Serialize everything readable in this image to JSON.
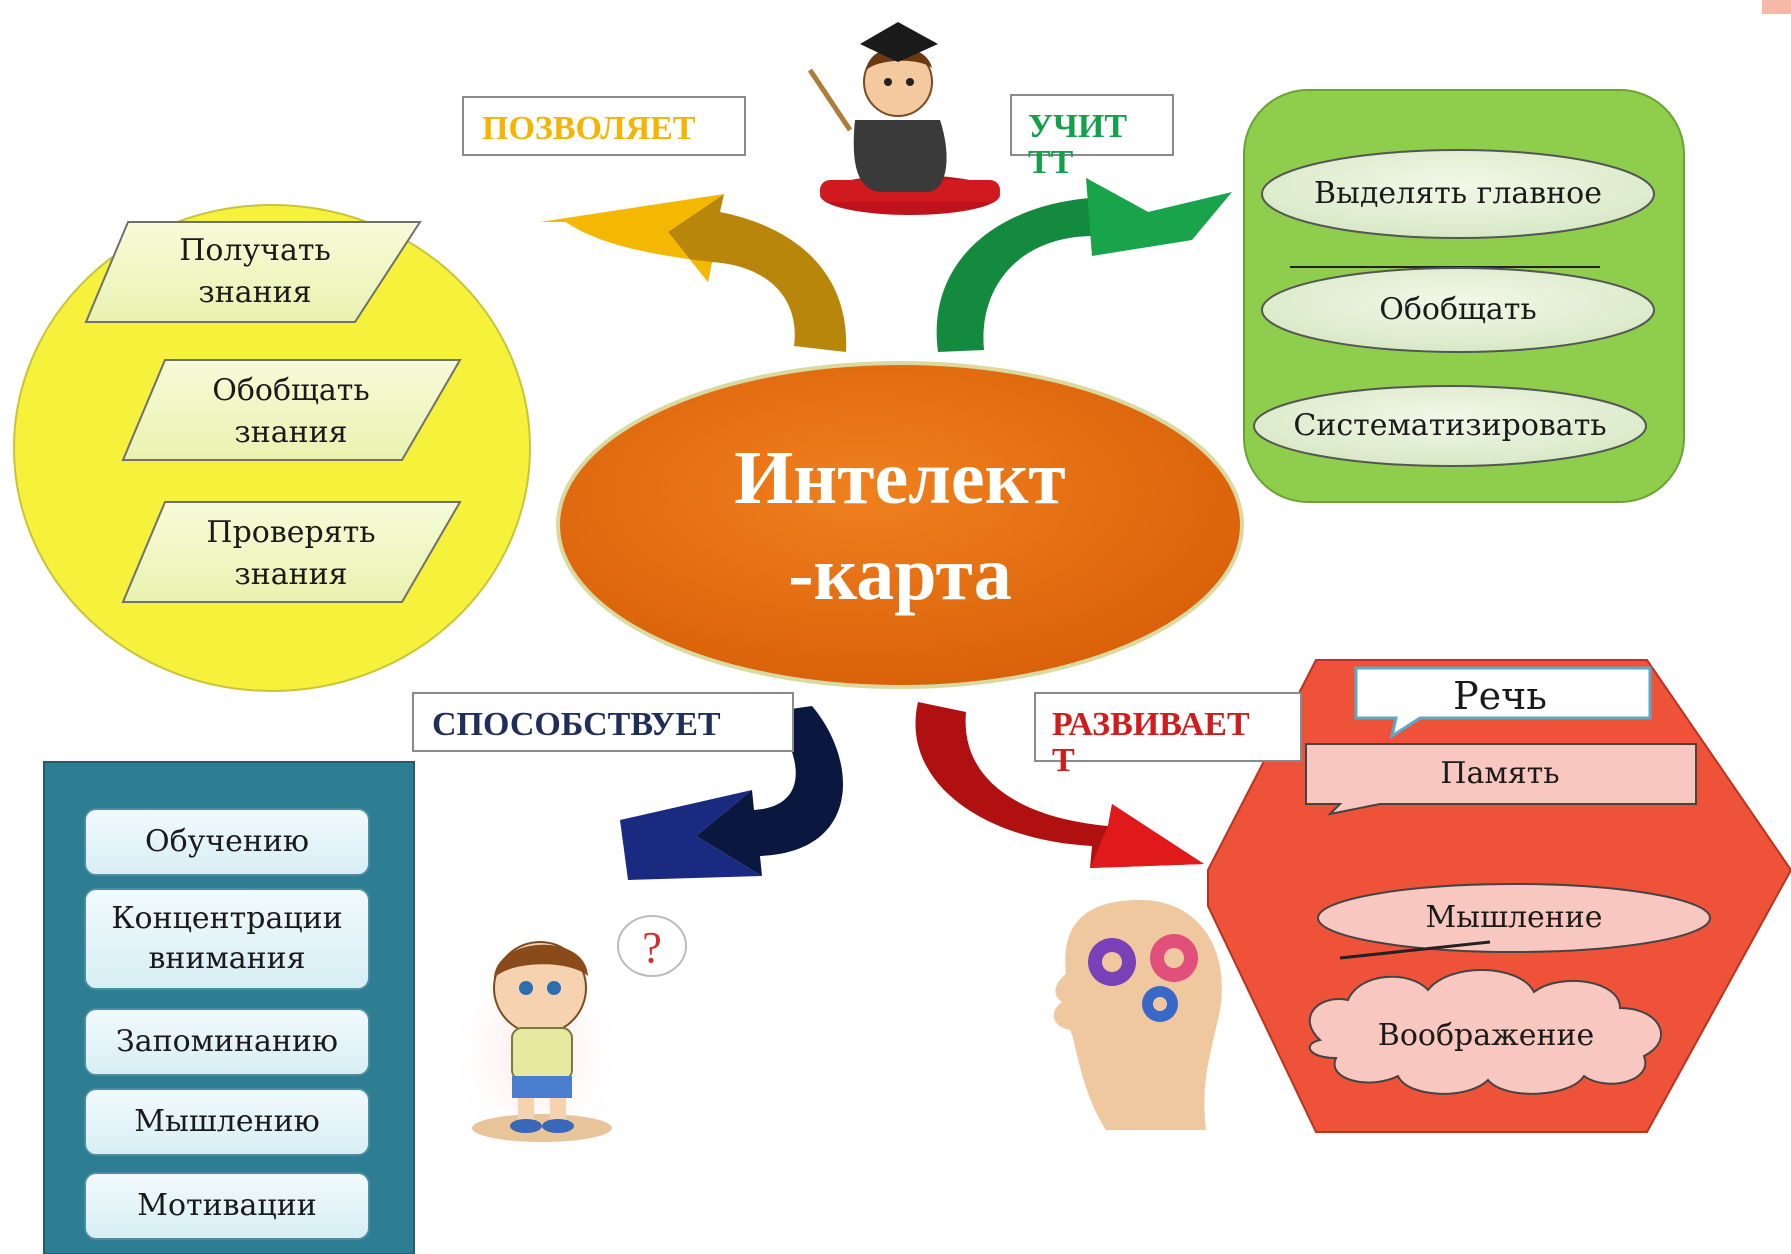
{
  "center": {
    "line1": "Интелект",
    "line2": "-карта"
  },
  "links": {
    "allows": "ПОЗВОЛЯЕТ",
    "teaches": "УЧИТ",
    "teaches_overflow": "ТТ",
    "promotes": "СПОСОБСТВУЕТ",
    "develops": "РАЗВИВАЕТ",
    "develops_overflow": "Т"
  },
  "allows_items": [
    {
      "line1": "Получать",
      "line2": "знания"
    },
    {
      "line1": "Обобщать",
      "line2": "знания"
    },
    {
      "line1": "Проверять",
      "line2": "знания"
    }
  ],
  "teaches_items": [
    "Выделять главное",
    "Обобщать",
    "Систематизировать"
  ],
  "promotes_items": [
    {
      "line1": "Обучению",
      "line2": ""
    },
    {
      "line1": "Концентрации",
      "line2": "внимания"
    },
    {
      "line1": "Запоминанию",
      "line2": ""
    },
    {
      "line1": "Мышлению",
      "line2": ""
    },
    {
      "line1": "Мотивации",
      "line2": ""
    }
  ],
  "develops_items": [
    "Речь",
    "Память",
    "Мышление",
    "Воображение"
  ],
  "question_mark": "?",
  "colors": {
    "center": "#e8690c",
    "yellow_circle": "#f6f23c",
    "green_box": "#8fce4c",
    "teal_panel": "#2e7e93",
    "red_hexagon": "#ee5238",
    "allows_text": "#f4b400",
    "teaches_text": "#12a04b",
    "promotes_text": "#1f2f5a",
    "develops_text": "#d01c1c"
  }
}
